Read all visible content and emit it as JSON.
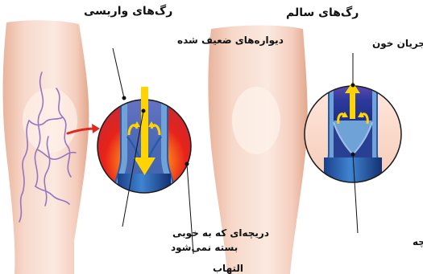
{
  "labels": {
    "varicose_title": "رگ‌های واریسی",
    "healthy_title": "رگ‌های سالم",
    "weak_walls": "دیواره‌های ضعیف شده",
    "blood_flow": "جریان خون",
    "valve_not_closing_line1": "دریچه‌ای که به خوبی",
    "valve_not_closing_line2": "بسته نمی‌شود",
    "inflammation": "التهاب",
    "valve_closing": "بسته شدن دریچه"
  },
  "colors": {
    "skin_light": "#fbe9e0",
    "skin_mid": "#f4cdbd",
    "skin_shadow": "#e6a98f",
    "varicose_vein": "#8a6bbf",
    "vein_wall": "#6fa2d6",
    "blood_dark": "#1d2f86",
    "flow_arrow": "#ffd400",
    "inflammation_red": "#e8231b",
    "pointer_red": "#e0281e"
  },
  "icons": {
    "down_arrow": "large-down-arrow-icon",
    "up_arrow": "up-arrow-icon",
    "curved_arrow": "curved-arrow-icon",
    "pointer_arrow": "red-pointer-arrow-icon"
  }
}
